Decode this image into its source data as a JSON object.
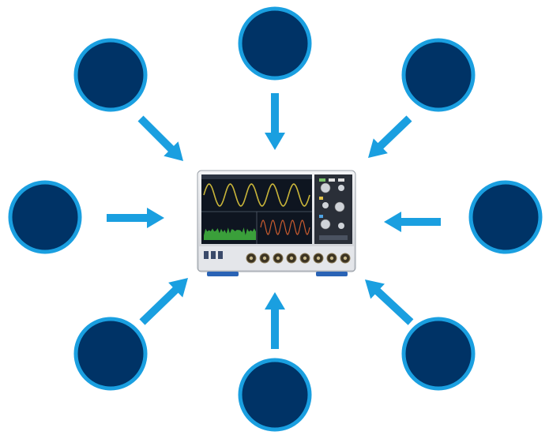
{
  "diagram": {
    "center": {
      "icon": "oscilloscope-icon",
      "screen_color": "#0e1520",
      "trace_primary": "#c9b53a",
      "trace_secondary": "#c85b2f",
      "trace_spectrum": "#3a9f3a"
    },
    "nodes": [
      {
        "id": "top",
        "label": ""
      },
      {
        "id": "top-right",
        "label": ""
      },
      {
        "id": "right",
        "label": ""
      },
      {
        "id": "bottom-right",
        "label": ""
      },
      {
        "id": "bottom",
        "label": ""
      },
      {
        "id": "bottom-left",
        "label": ""
      },
      {
        "id": "left",
        "label": ""
      },
      {
        "id": "top-left",
        "label": ""
      }
    ],
    "colors": {
      "node_fill": "#003366",
      "node_ring": "#1a9fe0",
      "arrow": "#1a9fe0"
    }
  }
}
